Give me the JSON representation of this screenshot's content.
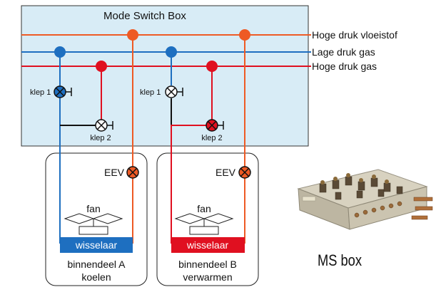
{
  "msbox": {
    "title": "Mode Switch Box"
  },
  "lines": {
    "liquid": {
      "label": "Hoge druk vloeistof",
      "color": "#ee5a24"
    },
    "low_gas": {
      "label": "Lage druk gas",
      "color": "#1e6fc0"
    },
    "high_gas": {
      "label": "Hoge druk gas",
      "color": "#e01020"
    }
  },
  "valves": {
    "a_valve1": "klep 1",
    "a_valve2": "klep 2",
    "b_valve1": "klep 1",
    "b_valve2": "klep 2"
  },
  "units": {
    "a": {
      "eev": "EEV",
      "fan": "fan",
      "exchanger": "wisselaar",
      "exchanger_color": "#1e6fc0",
      "name": "binnendeel A",
      "mode": "koelen"
    },
    "b": {
      "eev": "EEV",
      "fan": "fan",
      "exchanger": "wisselaar",
      "exchanger_color": "#e01020",
      "name": "binnendeel B",
      "mode": "verwarmen"
    }
  },
  "photo": {
    "caption": "MS box"
  },
  "colors": {
    "box_fill": "#d8ecf6",
    "box_stroke": "#333333"
  }
}
